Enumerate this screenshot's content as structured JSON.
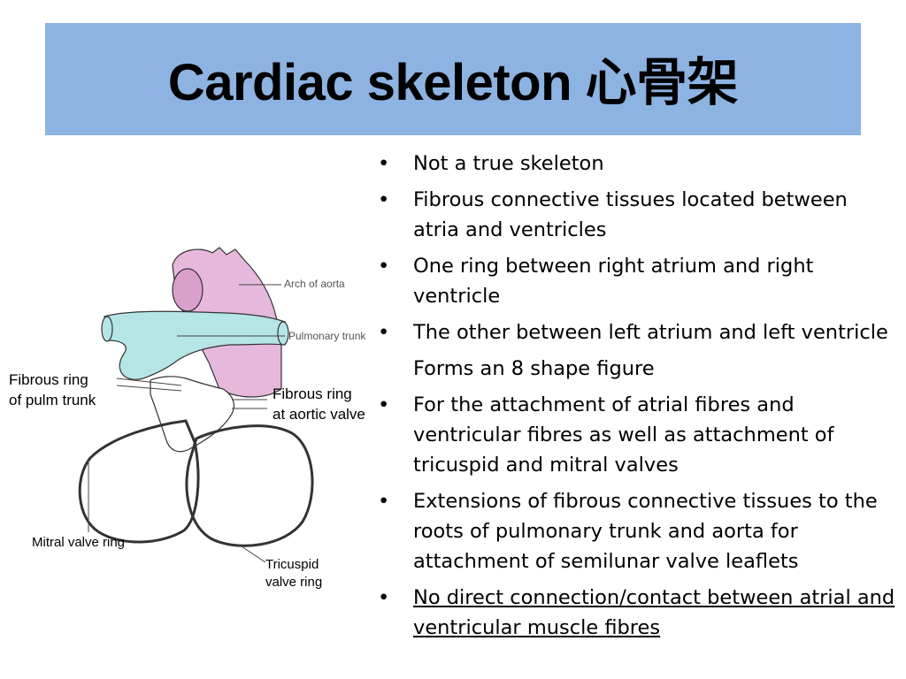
{
  "slide": {
    "title": "Cardiac skeleton 心骨架"
  },
  "figure": {
    "labels": {
      "arch_of_aorta": "Arch of aorta",
      "pulmonary_trunk": "Pulmonary trunk",
      "fibrous_ring_pulm_1": "Fibrous ring",
      "fibrous_ring_pulm_2": "of pulm trunk",
      "fibrous_ring_aortic_1": "Fibrous ring",
      "fibrous_ring_aortic_2": "at aortic valve",
      "mitral_valve_ring": "Mitral valve ring",
      "tricuspid_1": "Tricuspid",
      "tricuspid_2": "valve ring"
    },
    "colors": {
      "aorta_fill": "#e6b8dc",
      "pulmonary_fill": "#b5e5e5",
      "outline": "#333333"
    }
  },
  "bullets": [
    {
      "text": "Not a true skeleton",
      "marker": "•"
    },
    {
      "text": "Fibrous connective tissues located between atria and ventricles",
      "marker": "•"
    },
    {
      "text": "One ring between right atrium and right ventricle",
      "marker": "•"
    },
    {
      "text": "The other between left atrium and left ventricle",
      "marker": "•"
    },
    {
      "text": "Forms an 8 shape figure",
      "marker": ""
    },
    {
      "text": "For the attachment of atrial fibres and ventricular fibres as well as attachment of tricuspid and mitral valves",
      "marker": "•"
    },
    {
      "text": "Extensions of fibrous connective tissues to the roots of pulmonary trunk and aorta for attachment of semilunar valve leaflets",
      "marker": "•"
    },
    {
      "text": "No direct connection/contact between atrial and ventricular muscle fibres",
      "marker": "•"
    }
  ]
}
